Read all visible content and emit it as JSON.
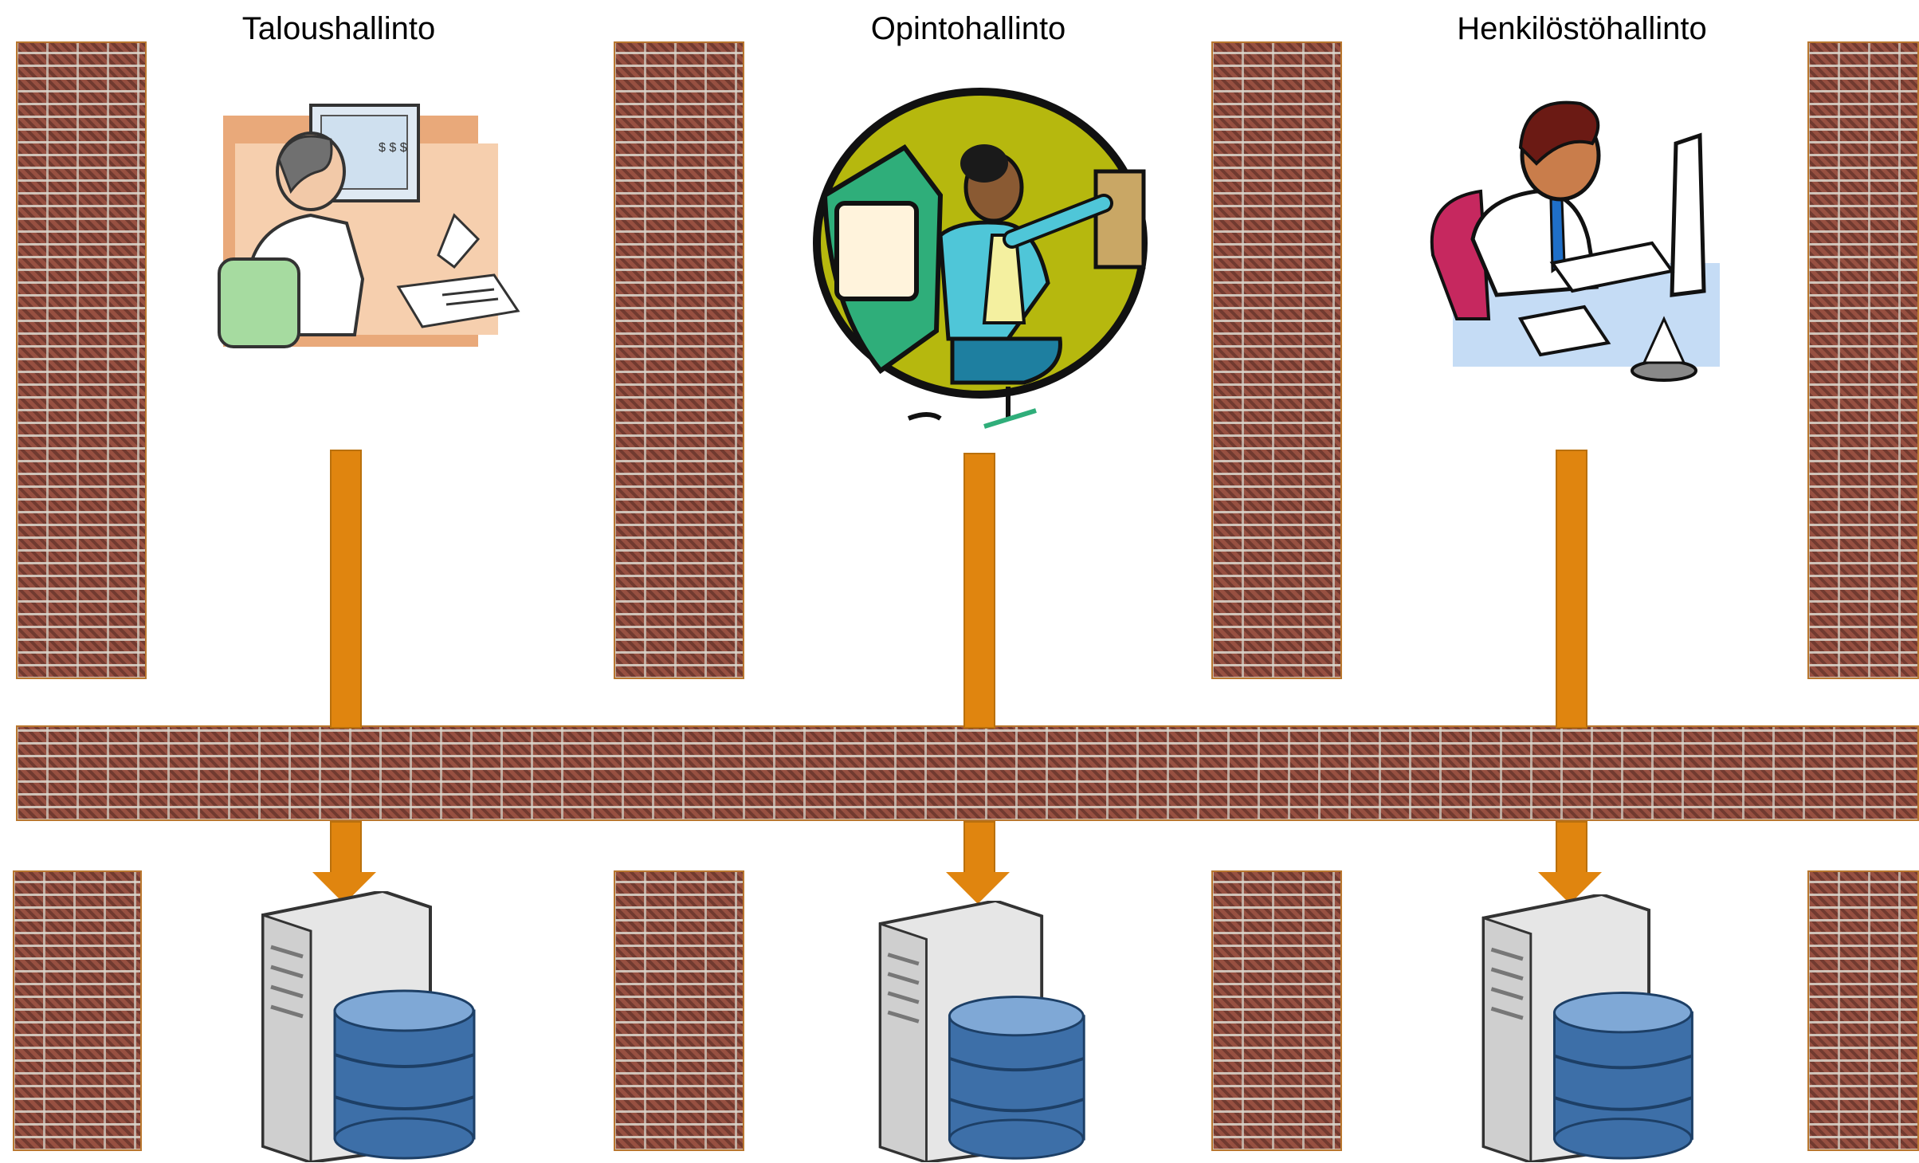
{
  "departments": [
    {
      "title": "Taloushallinto",
      "illustration": "accountant-at-computer-illustration",
      "server_icon": "database-server-icon"
    },
    {
      "title": "Opintohallinto",
      "illustration": "student-office-worker-illustration",
      "server_icon": "database-server-icon"
    },
    {
      "title": "Henkilöstöhallinto",
      "illustration": "hr-clerk-at-desk-illustration",
      "server_icon": "database-server-icon"
    }
  ],
  "colors": {
    "arrow": "#e0850f",
    "brick": "#8d4a3c",
    "mortar": "#dcd7cd",
    "database": "#3d6fa8"
  }
}
